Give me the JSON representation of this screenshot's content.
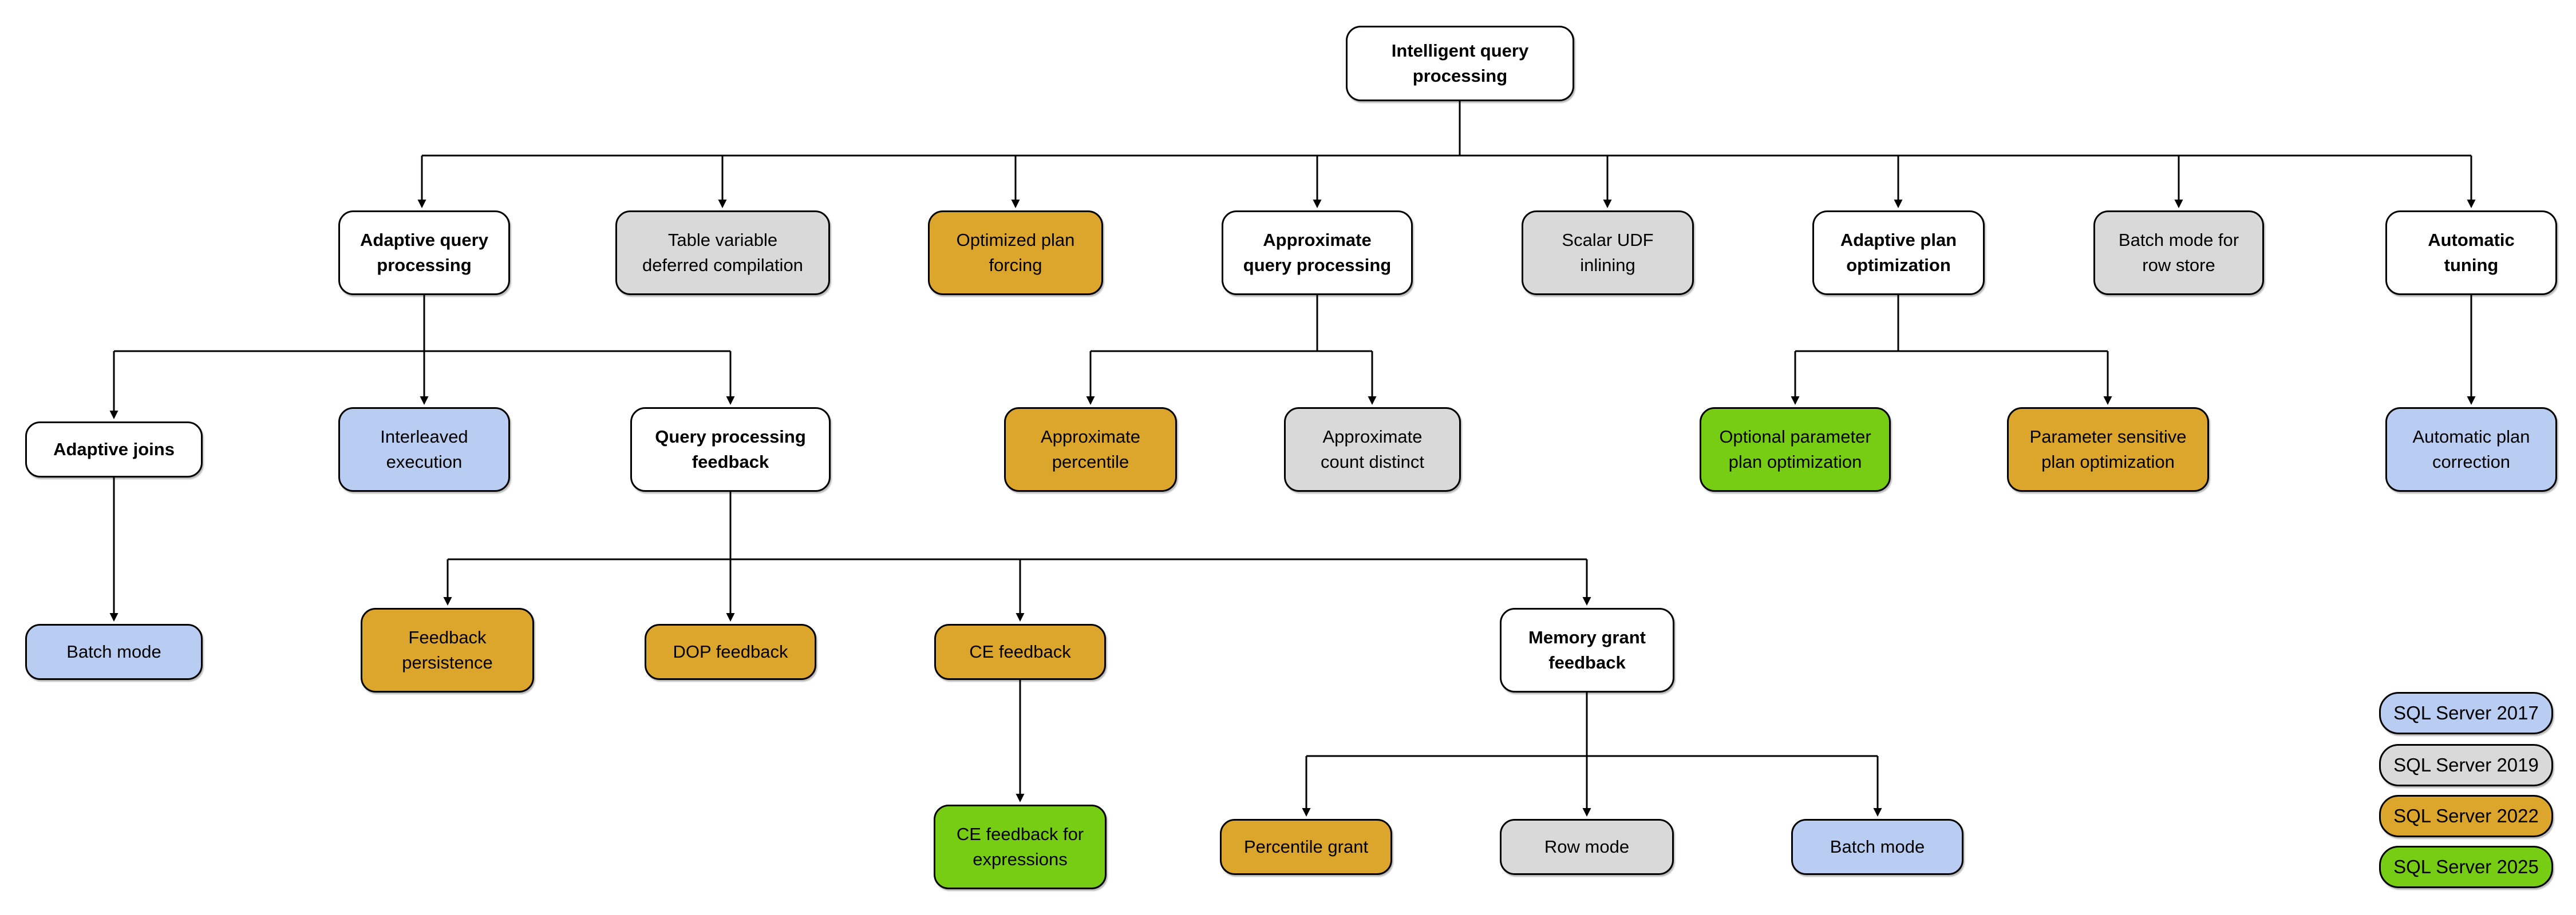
{
  "colors": {
    "default": "#FFFFFF",
    "sql2017": "#B9CCF2",
    "sql2019": "#D9D9D9",
    "sql2022": "#DCA52C",
    "sql2025": "#76CD14",
    "line": "#000000"
  },
  "nodes": {
    "root": {
      "label": "Intelligent query\nprocessing"
    },
    "adaptive_query_processing": {
      "label": "Adaptive query\nprocessing",
      "parent": "root"
    },
    "table_variable_deferred_compilation": {
      "label": "Table variable\ndeferred compilation",
      "parent": "root",
      "version": "SQL Server 2019"
    },
    "optimized_plan_forcing": {
      "label": "Optimized plan\nforcing",
      "parent": "root",
      "version": "SQL Server 2022"
    },
    "approximate_query_processing": {
      "label": "Approximate\nquery processing",
      "parent": "root"
    },
    "scalar_udf_inlining": {
      "label": "Scalar UDF\ninlining",
      "parent": "root",
      "version": "SQL Server 2019"
    },
    "adaptive_plan_optimization": {
      "label": "Adaptive plan\noptimization",
      "parent": "root"
    },
    "batch_mode_row_store": {
      "label": "Batch mode for\nrow store",
      "parent": "root",
      "version": "SQL Server 2019"
    },
    "automatic_tuning": {
      "label": "Automatic\ntuning",
      "parent": "root"
    },
    "adaptive_joins": {
      "label": "Adaptive joins",
      "parent": "adaptive_query_processing"
    },
    "interleaved_execution": {
      "label": "Interleaved\nexecution",
      "parent": "adaptive_query_processing",
      "version": "SQL Server 2017"
    },
    "query_processing_feedback": {
      "label": "Query processing\nfeedback",
      "parent": "adaptive_query_processing"
    },
    "approximate_percentile": {
      "label": "Approximate\npercentile",
      "parent": "approximate_query_processing",
      "version": "SQL Server 2022"
    },
    "approximate_count_distinct": {
      "label": "Approximate\ncount distinct",
      "parent": "approximate_query_processing",
      "version": "SQL Server 2019"
    },
    "optional_parameter_plan_optimization": {
      "label": "Optional parameter\nplan optimization",
      "parent": "adaptive_plan_optimization",
      "version": "SQL Server 2025"
    },
    "parameter_sensitive_plan_optimization": {
      "label": "Parameter sensitive\nplan optimization",
      "parent": "adaptive_plan_optimization",
      "version": "SQL Server 2022"
    },
    "automatic_plan_correction": {
      "label": "Automatic plan\ncorrection",
      "parent": "automatic_tuning",
      "version": "SQL Server 2017"
    },
    "batch_mode_adaptive_joins": {
      "label": "Batch mode",
      "parent": "adaptive_joins",
      "version": "SQL Server 2017"
    },
    "feedback_persistence": {
      "label": "Feedback\npersistence",
      "parent": "query_processing_feedback",
      "version": "SQL Server 2022"
    },
    "dop_feedback": {
      "label": "DOP feedback",
      "parent": "query_processing_feedback",
      "version": "SQL Server 2022"
    },
    "ce_feedback": {
      "label": "CE feedback",
      "parent": "query_processing_feedback",
      "version": "SQL Server 2022"
    },
    "memory_grant_feedback": {
      "label": "Memory grant\nfeedback",
      "parent": "query_processing_feedback"
    },
    "ce_feedback_expressions": {
      "label": "CE feedback for\nexpressions",
      "parent": "ce_feedback",
      "version": "SQL Server 2025"
    },
    "percentile_grant": {
      "label": "Percentile grant",
      "parent": "memory_grant_feedback",
      "version": "SQL Server 2022"
    },
    "row_mode": {
      "label": "Row mode",
      "parent": "memory_grant_feedback",
      "version": "SQL Server 2019"
    },
    "batch_mode_memory_grant": {
      "label": "Batch mode",
      "parent": "memory_grant_feedback",
      "version": "SQL Server 2017"
    }
  },
  "legend": {
    "items": [
      {
        "label": "SQL Server 2017",
        "color": "#B9CCF2"
      },
      {
        "label": "SQL Server 2019",
        "color": "#D9D9D9"
      },
      {
        "label": "SQL Server 2022",
        "color": "#DCA52C"
      },
      {
        "label": "SQL Server 2025",
        "color": "#76CD14"
      }
    ]
  }
}
